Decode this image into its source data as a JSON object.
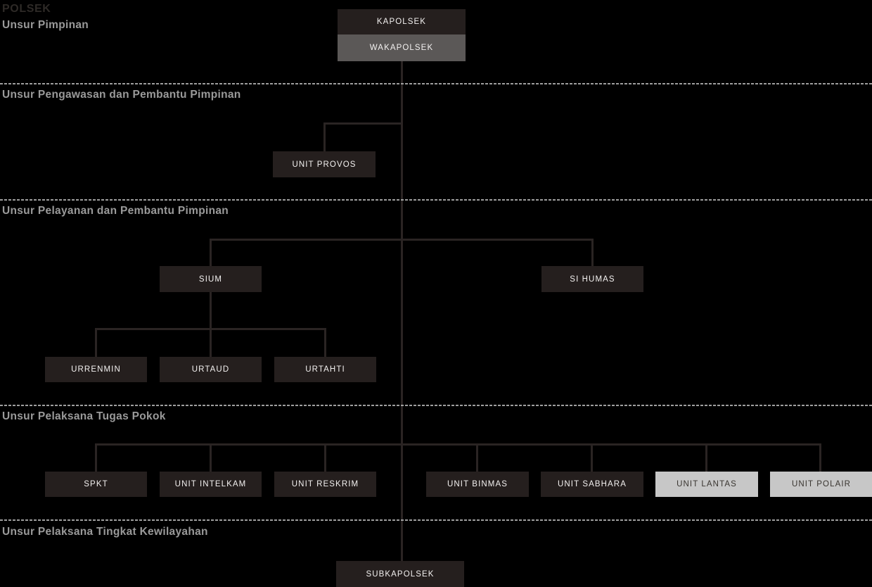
{
  "page_title": "POLSEK",
  "sections": {
    "pimpinan": {
      "label": "Unsur Pimpinan"
    },
    "pengawasan": {
      "label": "Unsur Pengawasan dan Pembantu Pimpinan"
    },
    "pelayanan": {
      "label": "Unsur Pelayanan dan Pembantu Pimpinan"
    },
    "pelaksana_tugas_pokok": {
      "label": "Unsur Pelaksana Tugas Pokok"
    },
    "pelaksana_kewilayahan": {
      "label": "Unsur Pelaksana Tingkat Kewilayahan"
    }
  },
  "org": {
    "kapolsek": {
      "label": "KAPOLSEK",
      "variant": "dark"
    },
    "wakapolsek": {
      "label": "WAKAPOLSEK",
      "variant": "gray"
    },
    "unit_provos": {
      "label": "UNIT PROVOS",
      "variant": "dark"
    },
    "sium": {
      "label": "SIUM",
      "variant": "dark"
    },
    "si_humas": {
      "label": "SI HUMAS",
      "variant": "dark"
    },
    "urrenmin": {
      "label": "URRENMIN",
      "variant": "dark"
    },
    "urtaud": {
      "label": "URTAUD",
      "variant": "dark"
    },
    "urtahti": {
      "label": "URTAHTI",
      "variant": "dark"
    },
    "spkt": {
      "label": "SPKT",
      "variant": "dark"
    },
    "unit_intelkam": {
      "label": "UNIT INTELKAM",
      "variant": "dark"
    },
    "unit_reskrim": {
      "label": "UNIT RESKRIM",
      "variant": "dark"
    },
    "unit_binmas": {
      "label": "UNIT BINMAS",
      "variant": "dark"
    },
    "unit_sabhara": {
      "label": "UNIT SABHARA",
      "variant": "dark"
    },
    "unit_lantas": {
      "label": "UNIT LANTAS",
      "variant": "light"
    },
    "unit_polair": {
      "label": "UNIT POLAIR",
      "variant": "light"
    },
    "subkapolsek": {
      "label": "SUBKAPOLSEK",
      "variant": "dark"
    }
  },
  "colors": {
    "background": "#000000",
    "node_dark": "#251f1e",
    "node_gray": "#5b5857",
    "node_light": "#c7c7c7",
    "node_dark_text": "#f3f1f0",
    "node_light_text": "#393530",
    "connector": "#2a2423",
    "divider": "#9e9e9e",
    "section_label": "#9a9a9a",
    "title": "#2e2a27"
  }
}
